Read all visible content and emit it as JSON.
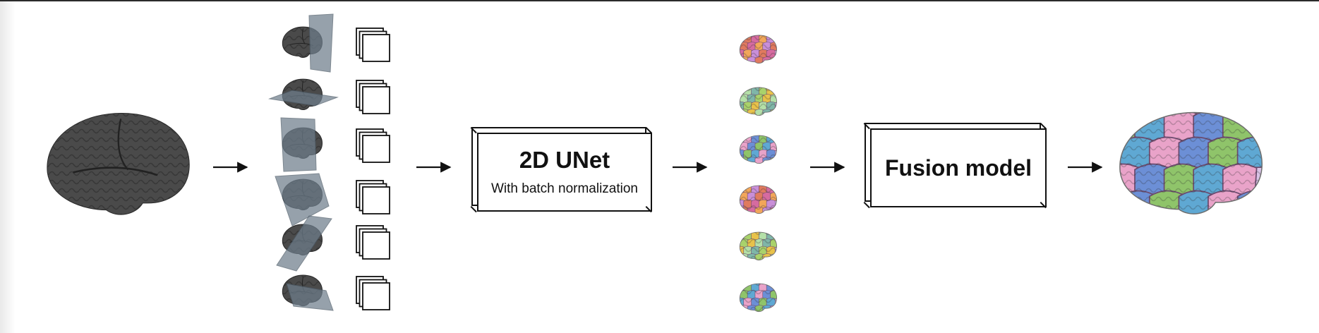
{
  "unet": {
    "title": "2D UNet",
    "subtitle": "With batch normalization"
  },
  "fusion": {
    "title": "Fusion model"
  },
  "colors": {
    "brain_gray": "#4a4a4a",
    "plane": "#6e7e8c",
    "line": "#111111"
  },
  "icons": {
    "input_brain": "grayscale-brain-icon",
    "slice_view": "brain-slice-plane-icon",
    "feature_stack": "stacked-frames-icon",
    "segmented_brain": "parcellated-brain-icon",
    "arrow": "right-arrow-icon"
  }
}
